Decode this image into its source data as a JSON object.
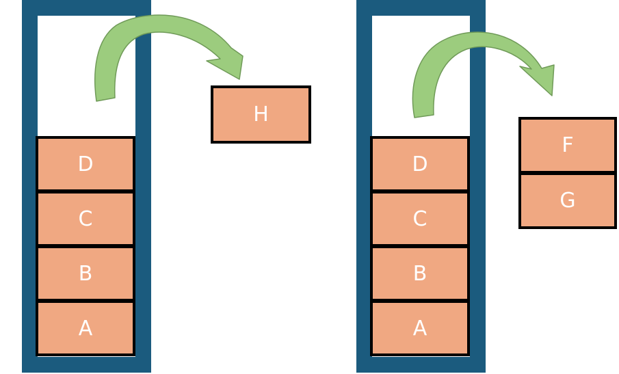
{
  "colors": {
    "frame": "#1b5b7e",
    "box_fill": "#f0a882",
    "box_border": "#000000",
    "box_text": "#ffffff",
    "arrow_fill": "#9ccc7e",
    "arrow_stroke": "#6f9a58"
  },
  "left_stack": {
    "items": [
      "D",
      "C",
      "B",
      "A"
    ],
    "popped": [
      "H"
    ]
  },
  "right_stack": {
    "items": [
      "D",
      "C",
      "B",
      "A"
    ],
    "popped": [
      "F",
      "G"
    ]
  }
}
